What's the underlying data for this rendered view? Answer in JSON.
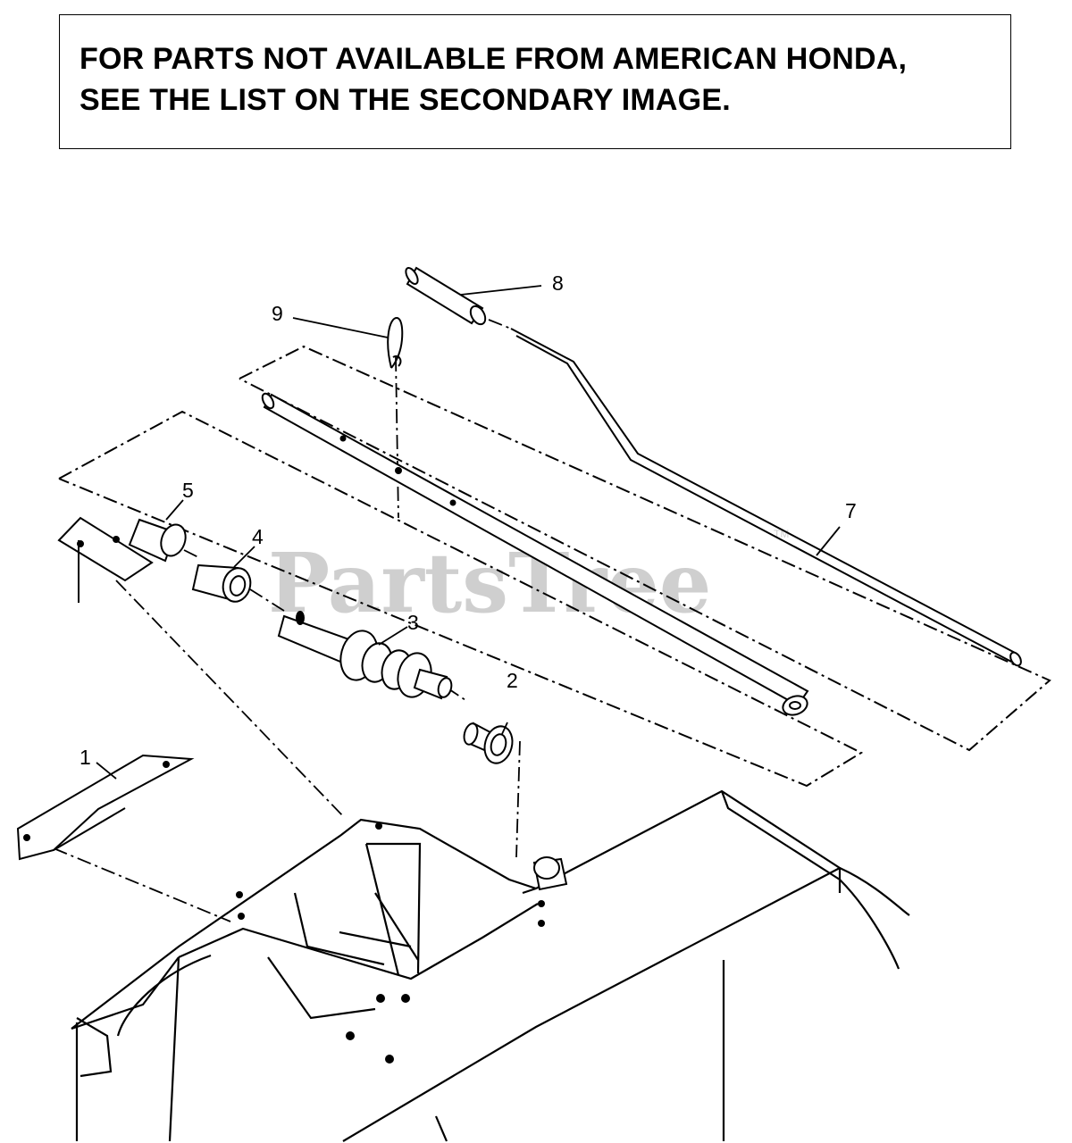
{
  "notice": {
    "line1": "FOR PARTS NOT AVAILABLE FROM AMERICAN HONDA,",
    "line2": "SEE THE LIST ON THE SECONDARY IMAGE."
  },
  "watermark": {
    "text": "PartsTree",
    "tm": "TM"
  },
  "callouts": {
    "c1": "1",
    "c2": "2",
    "c3": "3",
    "c4": "4",
    "c5": "5",
    "c7": "7",
    "c8": "8",
    "c9": "9"
  },
  "colors": {
    "line": "#000000",
    "watermark": "#cfcfcf",
    "background": "#ffffff"
  }
}
